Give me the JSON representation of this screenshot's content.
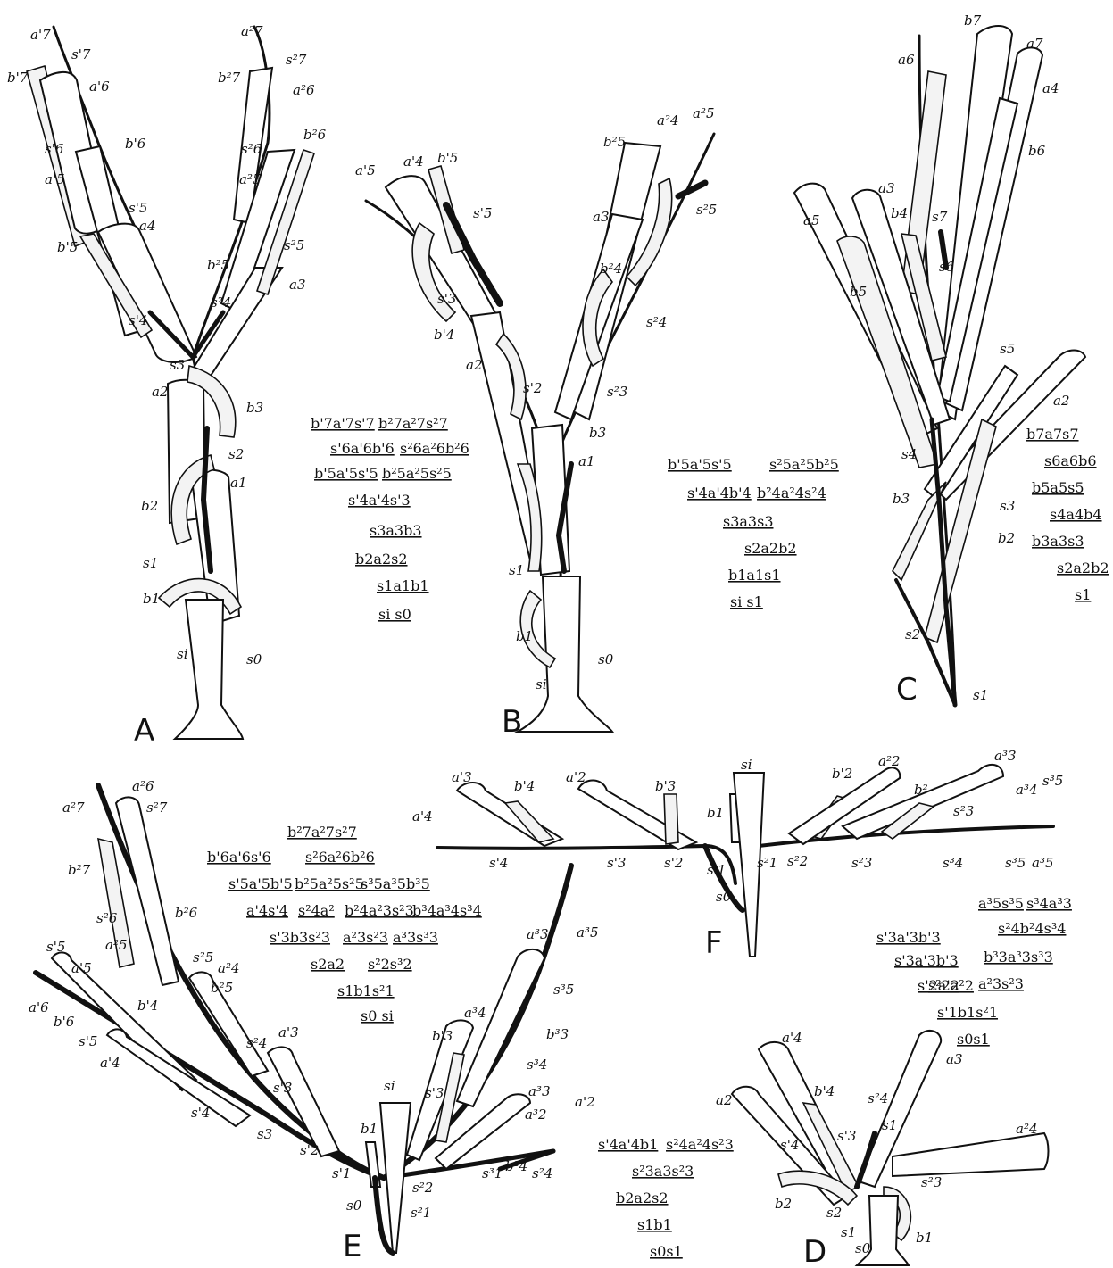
{
  "panels": {
    "A": {
      "letter": "A",
      "labels": [
        "a'7",
        "s'7",
        "b'7",
        "a'6",
        "b'6",
        "s'6",
        "a'5",
        "s'5",
        "a4",
        "b'5",
        "s'4",
        "s3",
        "a2",
        "b3",
        "s2",
        "a1",
        "b2",
        "s1",
        "b1",
        "si",
        "s0",
        "a²7",
        "s²7",
        "b²7",
        "a²6",
        "b²6",
        "s²6",
        "a²5",
        "s²5",
        "b²5",
        "s²4",
        "a3"
      ],
      "formulas": [
        "b'7a'7s'7",
        "b²7a²7s²7",
        "s'6a'6b'6",
        "s²6a²6b²6",
        "b'5a'5s'5",
        "b²5a²5s²5",
        "s'4a'4s'3",
        "s3a3b3",
        "b2a2s2",
        "s1a1b1",
        "si s0"
      ]
    },
    "B": {
      "letter": "B",
      "labels": [
        "a'5",
        "a'4",
        "b'5",
        "s'5",
        "s'3",
        "b'4",
        "a2",
        "s'2",
        "b3",
        "a1",
        "s1",
        "s0",
        "b1",
        "si",
        "b²5",
        "a²4",
        "a²5",
        "s²5",
        "a3",
        "b²4",
        "s²4",
        "s²3"
      ],
      "formulas": [
        "b'5a'5s'5",
        "s²5a²5b²5",
        "s'4a'4b'4",
        "b²4a²4s²4",
        "s3a3s3",
        "s2a2b2",
        "b1a1s1",
        "si s1"
      ]
    },
    "C": {
      "letter": "C",
      "labels": [
        "a6",
        "b7",
        "a7",
        "a4",
        "b6",
        "a5",
        "a3",
        "b4",
        "s7",
        "s6",
        "b5",
        "s5",
        "a2",
        "s4",
        "b3",
        "s3",
        "b2",
        "s2",
        "s1"
      ],
      "formulas": [
        "b7a7s7",
        "s6a6b6",
        "b5a5s5",
        "s4a4b4",
        "b3a3s3",
        "s2a2b2",
        "s1"
      ]
    },
    "D": {
      "letter": "D",
      "labels": [
        "a'4",
        "a3",
        "a2",
        "b'4",
        "s²4",
        "s1",
        "s'4",
        "s'3",
        "a²4",
        "s²3",
        "b2",
        "s2",
        "s1",
        "s0",
        "b1"
      ],
      "formulas": [
        "s'4a'4b1",
        "s²4a²4s²3",
        "s²3a3s²3",
        "b2a2s2",
        "s1b1",
        "s0s1"
      ]
    },
    "E": {
      "letter": "E",
      "labels": [
        "a²7",
        "a²6",
        "s²7",
        "b²7",
        "s²6",
        "b²6",
        "a²5",
        "s'5",
        "a'5",
        "a'6",
        "b'6",
        "s'5",
        "s²5",
        "b²5",
        "a²4",
        "a'4",
        "s²4",
        "b'4",
        "a'3",
        "s'3",
        "s'4",
        "s3",
        "s'2",
        "s'1",
        "b1",
        "si",
        "s0",
        "s²2",
        "s²1",
        "a³3",
        "a³5",
        "s³5",
        "a³4",
        "b³3",
        "s³4",
        "b'3",
        "s'3",
        "a³3",
        "a³2",
        "a'2",
        "s³1",
        "b²4",
        "s²4"
      ],
      "formulas": [
        "b²7a²7s²7",
        "b'6a'6s'6",
        "s²6a²6b²6",
        "s'5a'5b'5",
        "b²5a²5s²5",
        "s³5a³5b³5",
        "a'4s'4",
        "s²4a²",
        "b²4a²3s²3",
        "b³4a³4s³4",
        "s'3b3s²3",
        "a²3s²3",
        "a³3s³3",
        "s2a2",
        "s²2s³2",
        "s1b1s²1",
        "s0 si"
      ]
    },
    "F": {
      "letter": "F",
      "labels": [
        "a'3",
        "b'4",
        "a'2",
        "b'3",
        "si",
        "b'2",
        "a²2",
        "a³3",
        "a'4",
        "b1",
        "b²",
        "a³4",
        "s³5",
        "s²3",
        "s'4",
        "s'3",
        "s'2",
        "s'1",
        "s²1",
        "s²2",
        "s²3",
        "s³4",
        "s³5",
        "a³5",
        "s0"
      ],
      "formulas": [
        "s'3a'3b'3",
        "a³5s³5",
        "s³4a³3",
        "s'3a'3b'3",
        "s²4b²4s³4",
        "s'2a'2",
        "b³3a³3s³3",
        "s²2a²2",
        "a²3s²3",
        "s'1b1s²1",
        "s0s1"
      ]
    }
  }
}
